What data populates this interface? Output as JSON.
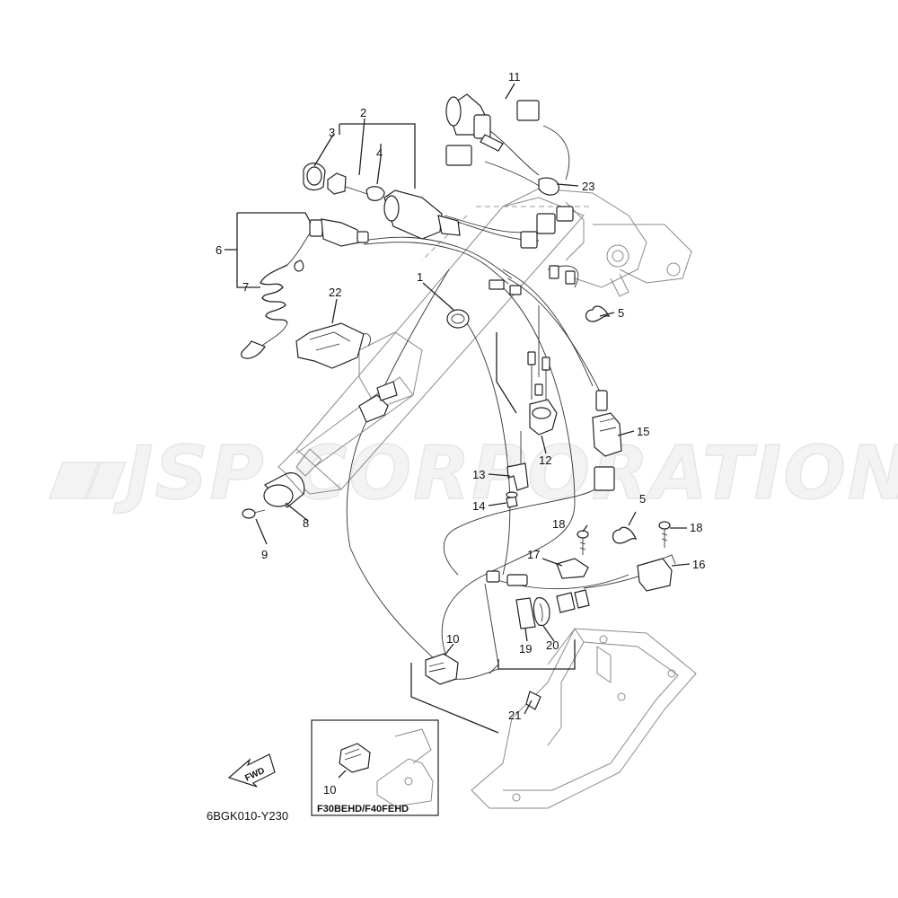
{
  "watermark": "JSP CORPORATION",
  "diagram_code": "6BGK010-Y230",
  "inset_caption": "F30BEHD/F40FEHD",
  "direction_label": "FWD",
  "callouts": {
    "c1": "1",
    "c2": "2",
    "c3": "3",
    "c4": "4",
    "c5a": "5",
    "c5b": "5",
    "c6": "6",
    "c7": "7",
    "c8": "8",
    "c9": "9",
    "c10a": "10",
    "c10b": "10",
    "c11": "11",
    "c12": "12",
    "c13": "13",
    "c14": "14",
    "c15": "15",
    "c16": "16",
    "c17": "17",
    "c18a": "18",
    "c18b": "18",
    "c19": "19",
    "c20": "20",
    "c21": "21",
    "c22": "22",
    "c23": "23"
  }
}
